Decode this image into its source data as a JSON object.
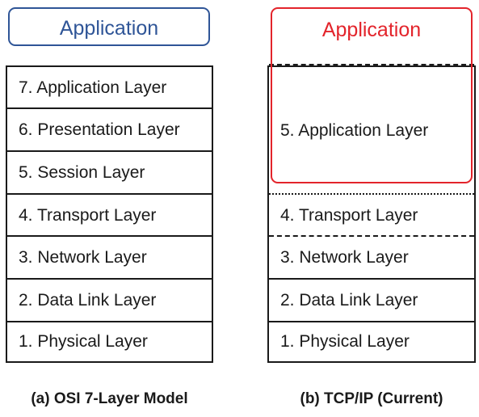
{
  "osi": {
    "app_label": "Application",
    "layers": [
      "7. Application Layer",
      "6. Presentation Layer",
      "5. Session Layer",
      "4. Transport Layer",
      "3. Network Layer",
      "2. Data Link Layer",
      "1. Physical Layer"
    ],
    "caption": "(a) OSI 7-Layer Model"
  },
  "tcpip": {
    "app_label": "Application",
    "layers": [
      "5. Application Layer",
      "4. Transport Layer",
      "3. Network Layer",
      "2. Data Link Layer",
      "1. Physical Layer"
    ],
    "caption": "(b) TCP/IP (Current)"
  },
  "colors": {
    "osi_app_border": "#2f5597",
    "osi_app_text": "#2f5597",
    "tcpip_app_border": "#e3242b",
    "tcpip_app_text": "#e3242b",
    "layer_border": "#1a1a1a",
    "text": "#1a1a1a"
  }
}
